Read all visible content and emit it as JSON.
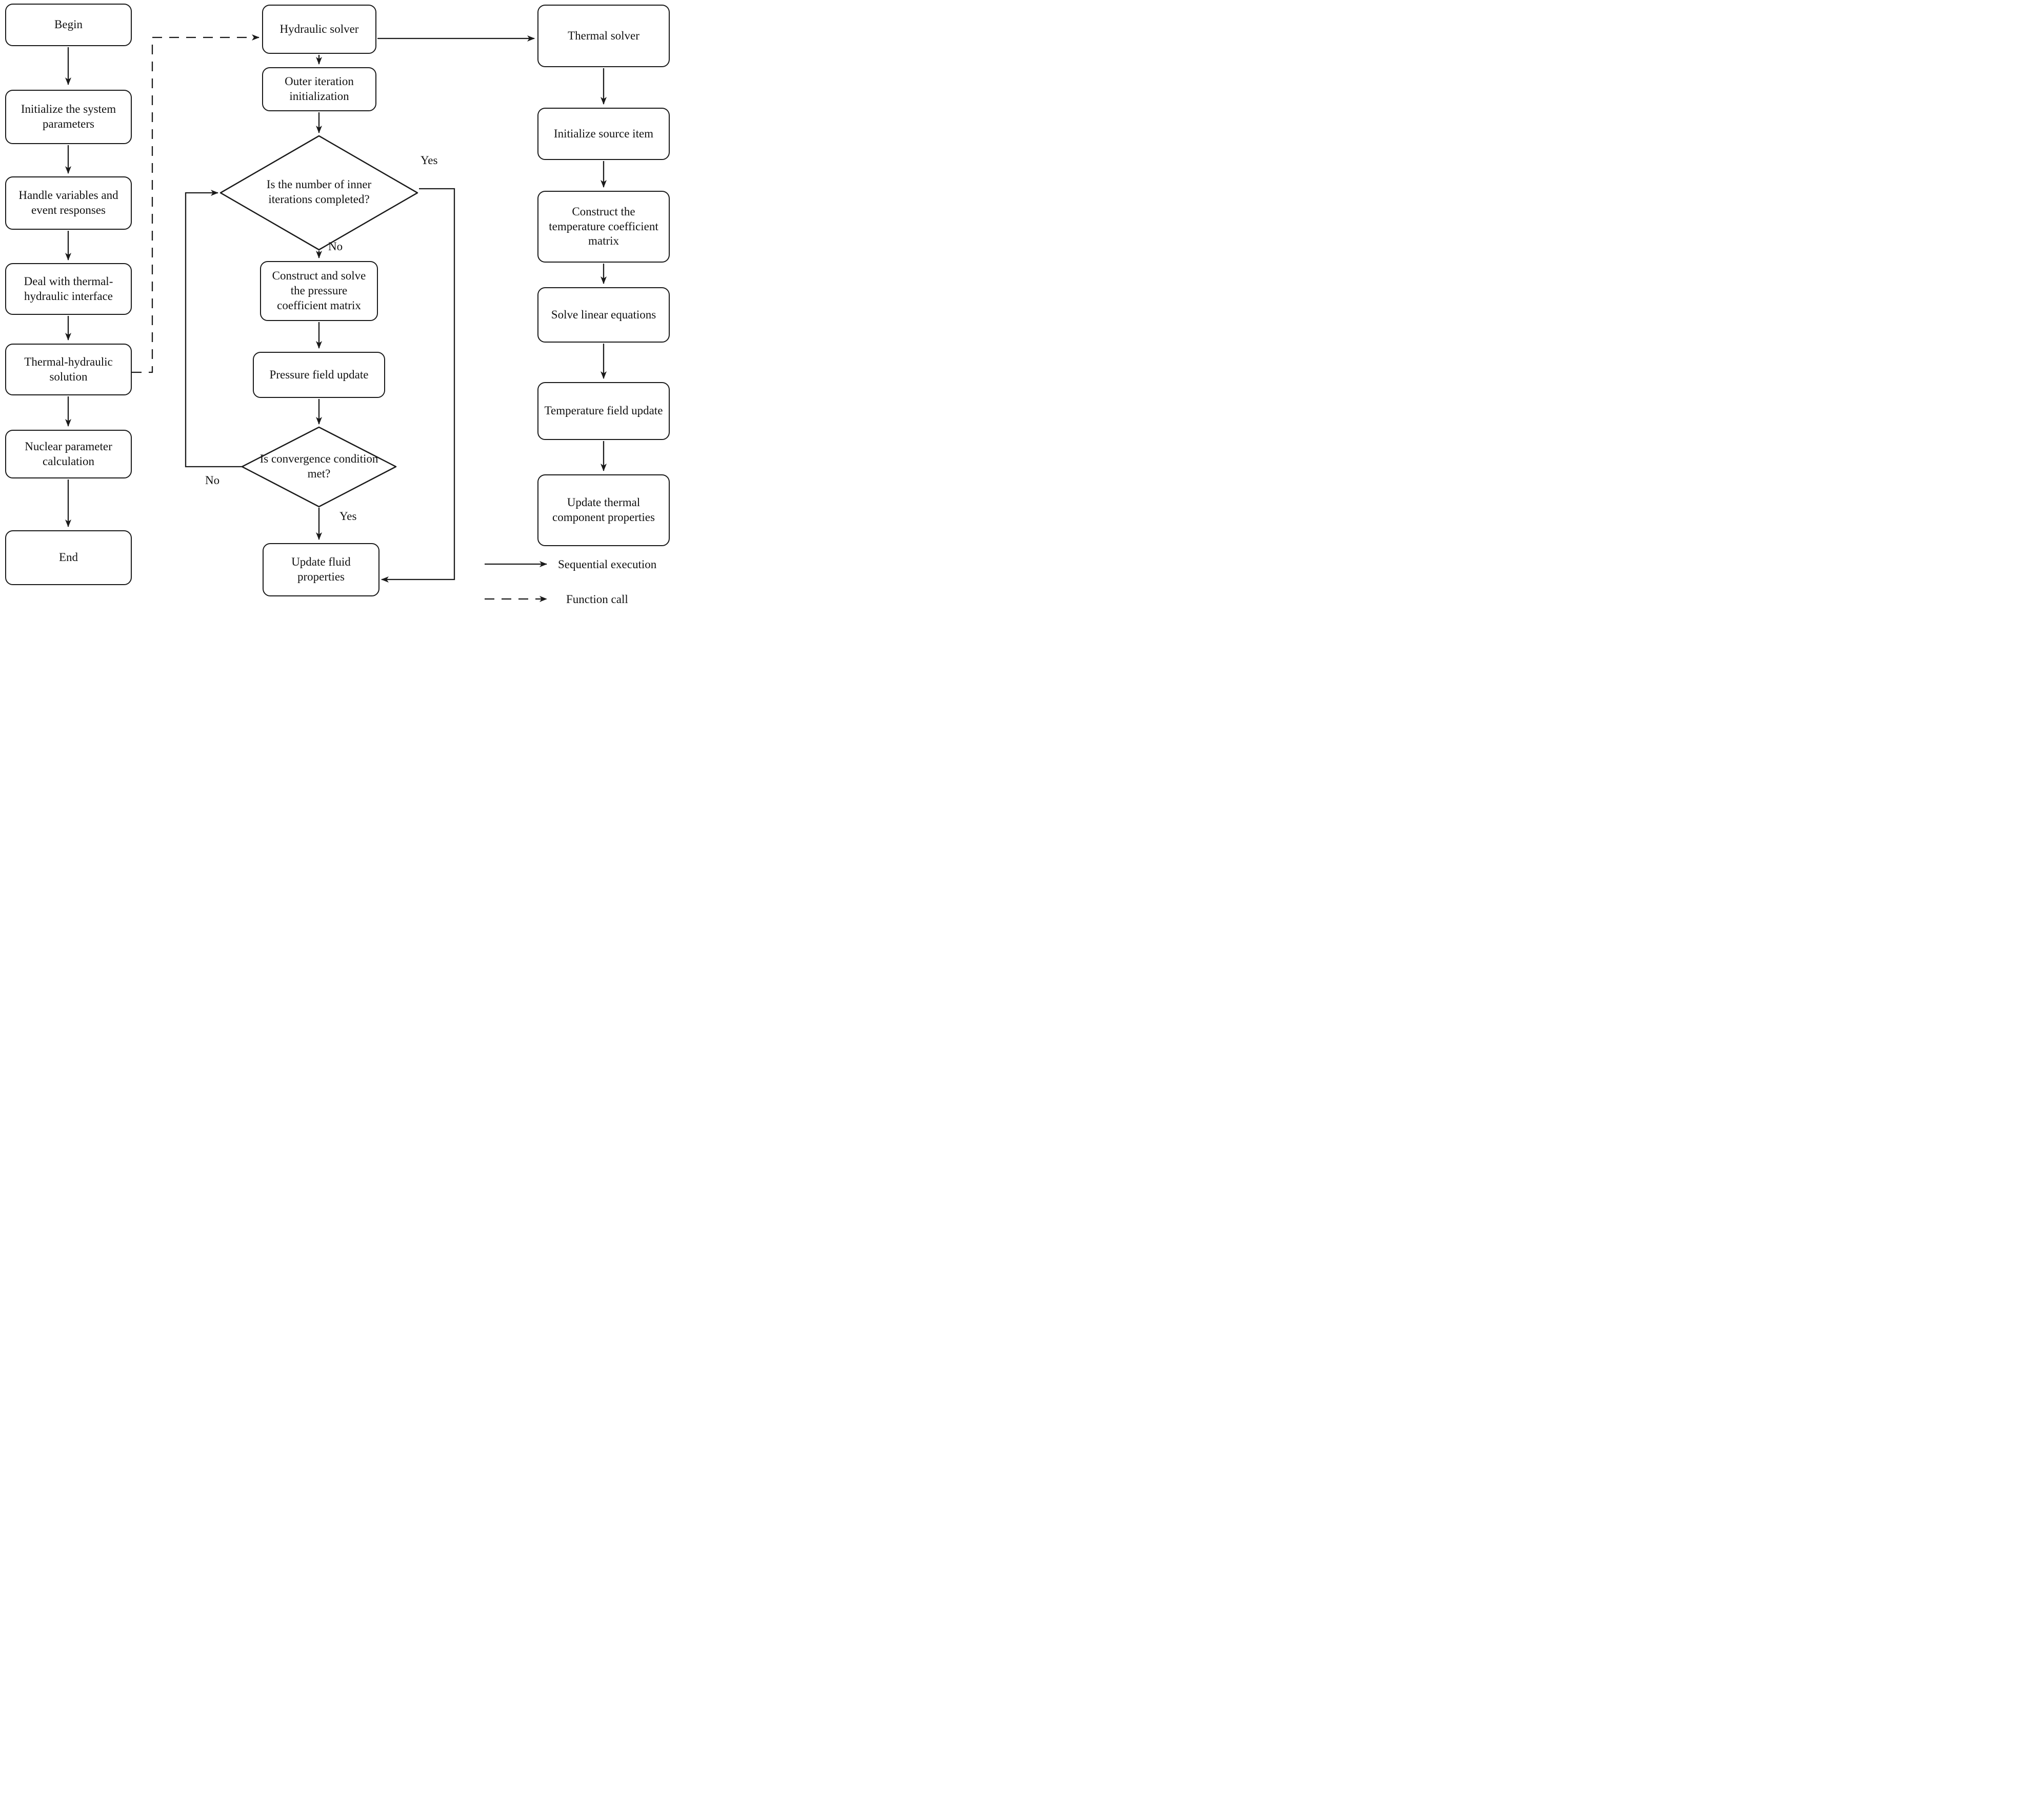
{
  "flowchart": {
    "left_column": {
      "begin": "Begin",
      "initialize_system": "Initialize the system parameters",
      "handle_variables": "Handle variables and event responses",
      "deal_interface": "Deal with thermal-hydraulic interface",
      "thermal_hydraulic_solution": "Thermal-hydraulic solution",
      "nuclear_parameter": "Nuclear parameter calculation",
      "end": "End"
    },
    "middle_column": {
      "hydraulic_solver": "Hydraulic solver",
      "outer_iteration": "Outer iteration initialization",
      "inner_iterations_decision": "Is the number of inner iterations completed?",
      "construct_pressure_matrix": "Construct and solve the pressure coefficient matrix",
      "pressure_field_update": "Pressure field update",
      "convergence_decision": "Is convergence condition met?",
      "update_fluid_properties": "Update fluid properties"
    },
    "right_column": {
      "thermal_solver": "Thermal solver",
      "initialize_source_item": "Initialize source item",
      "construct_temperature_matrix": "Construct the temperature coefficient matrix",
      "solve_linear_equations": "Solve linear equations",
      "temperature_field_update": "Temperature field update",
      "update_thermal_properties": "Update thermal component properties"
    },
    "branch_labels": {
      "inner_yes": "Yes",
      "inner_no": "No",
      "convergence_yes": "Yes",
      "convergence_no": "No"
    },
    "legend": {
      "sequential": "Sequential execution",
      "function_call": "Function call"
    },
    "colors": {
      "stroke": "#1a1a1a",
      "background": "#ffffff"
    }
  }
}
